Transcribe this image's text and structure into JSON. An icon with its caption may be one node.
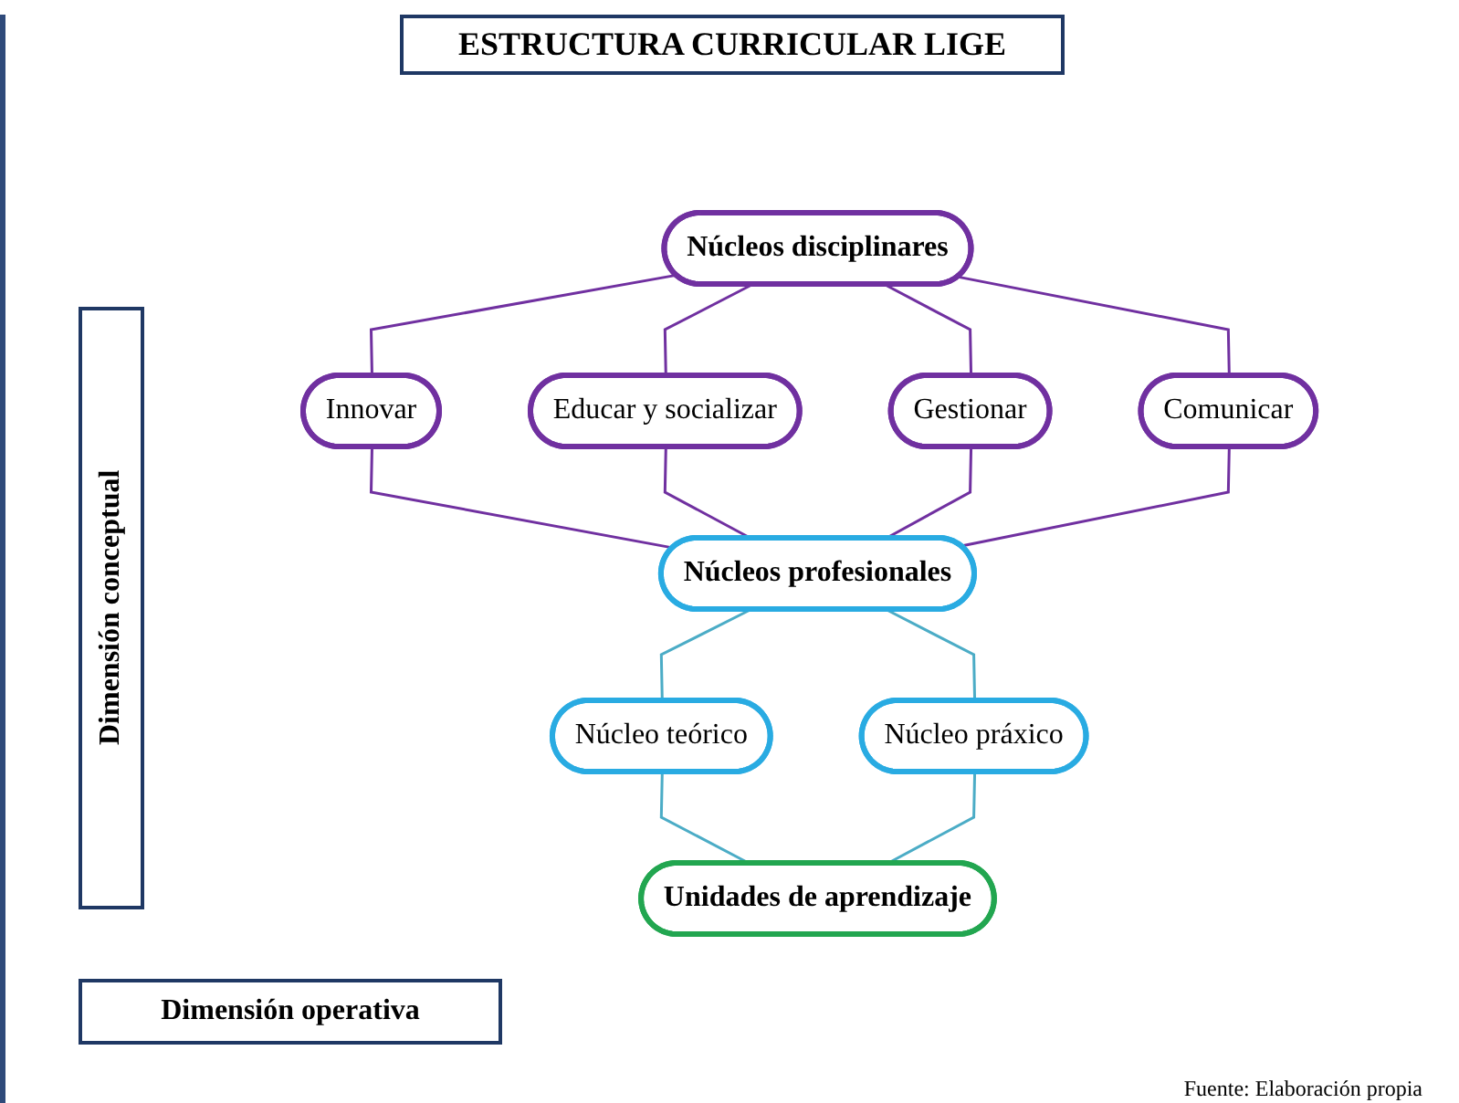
{
  "diagram": {
    "title": "ESTRUCTURA CURRICULAR LIGE",
    "caption": "Fuente: Elaboración propia",
    "nodes": [
      {
        "text": [
          "Núcleos disciplinares"
        ]
      },
      {
        "text": [
          "Innovar"
        ]
      },
      {
        "text": [
          "Educar y socializar"
        ]
      },
      {
        "text": [
          "Gestionar"
        ]
      },
      {
        "text": [
          "Comunicar"
        ]
      },
      {
        "text": [
          "Núcleos profesionales"
        ]
      },
      {
        "text": [
          "Núcleo teórico"
        ]
      },
      {
        "text": [
          "Núcleo práxico"
        ]
      },
      {
        "text": [
          "Unidades de aprendizaje"
        ]
      },
      {
        "text": [
          "Dimensión conceptual"
        ]
      },
      {
        "text": [
          "Dimensión operativa"
        ]
      }
    ],
    "edges": [
      {
        "from": 0,
        "to": 1,
        "arrow": "none"
      },
      {
        "from": 0,
        "to": 2,
        "arrow": "none"
      },
      {
        "from": 0,
        "to": 3,
        "arrow": "none"
      },
      {
        "from": 0,
        "to": 4,
        "arrow": "none"
      },
      {
        "from": 1,
        "to": 5,
        "arrow": "none"
      },
      {
        "from": 2,
        "to": 5,
        "arrow": "none"
      },
      {
        "from": 3,
        "to": 5,
        "arrow": "none"
      },
      {
        "from": 4,
        "to": 5,
        "arrow": "none"
      },
      {
        "from": 5,
        "to": 6,
        "arrow": "none",
        "color": "#4bacc6"
      },
      {
        "from": 5,
        "to": 7,
        "arrow": "none",
        "color": "#4bacc6"
      },
      {
        "from": 6,
        "to": 8,
        "arrow": "none",
        "color": "#4bacc6"
      },
      {
        "from": 7,
        "to": 8,
        "arrow": "none",
        "color": "#4bacc6"
      }
    ]
  }
}
